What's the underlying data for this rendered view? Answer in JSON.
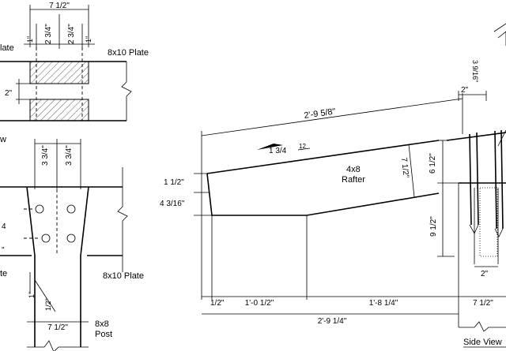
{
  "top_detail": {
    "dim_overall": "7 1/2\"",
    "dim_left_edge": "1\"",
    "dim_left_half": "2 3/4\"",
    "dim_right_half": "2 3/4\"",
    "dim_right_edge": "1\"",
    "dim_gap": "2\"",
    "plate_label": "8x10 Plate",
    "left_cut_label": "late",
    "left_cut_label_2": "w"
  },
  "post_detail": {
    "dim_left": "3 3/4\"",
    "dim_right": "3 3/4\"",
    "plate_label": "8x10 Plate",
    "dim_side_1": "1\"",
    "dim_side_2": "1/2\"",
    "dim_bottom": "7 1/2\"",
    "post_label_1": "8x8",
    "post_label_2": "Post",
    "left_cut_1": "4",
    "left_cut_2": "\"",
    "left_cut_3": "te"
  },
  "rafter_detail": {
    "dim_top_length": "2'-9 5/8\"",
    "slope_run": "1 3/4",
    "slope_rise": "12",
    "rafter_size": "4x8",
    "rafter_label": "Rafter",
    "dim_left_top": "1 1/2\"",
    "dim_left_bottom": "4 3/16\"",
    "dim_depth": "7 1/2\"",
    "dim_right_upper": "6 1/2\"",
    "dim_right_lower": "9 1/2\"",
    "dim_bottom_a": "1/2\"",
    "dim_bottom_b": "1'-0 1/2\"",
    "dim_bottom_c": "1'-8 1/4\"",
    "dim_bottom_total": "2'-9 1/4\""
  },
  "side_view": {
    "dim_top_a": "2\"",
    "dim_top_b": "3 9/16\"",
    "dim_bottom": "2\"",
    "dim_bottom_b": "7 1/2\"",
    "label": "Side View"
  }
}
